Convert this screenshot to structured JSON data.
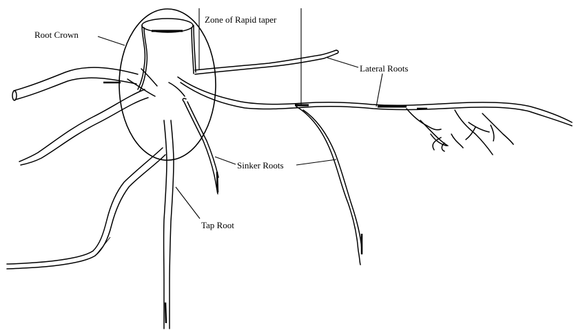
{
  "labels": {
    "root_crown": "Root Crown",
    "zone_of_rapid_taper": "Zone of Rapid taper",
    "lateral_roots": "Lateral Roots",
    "sinker_roots": "Sinker Roots",
    "tap_root": "Tap Root"
  }
}
